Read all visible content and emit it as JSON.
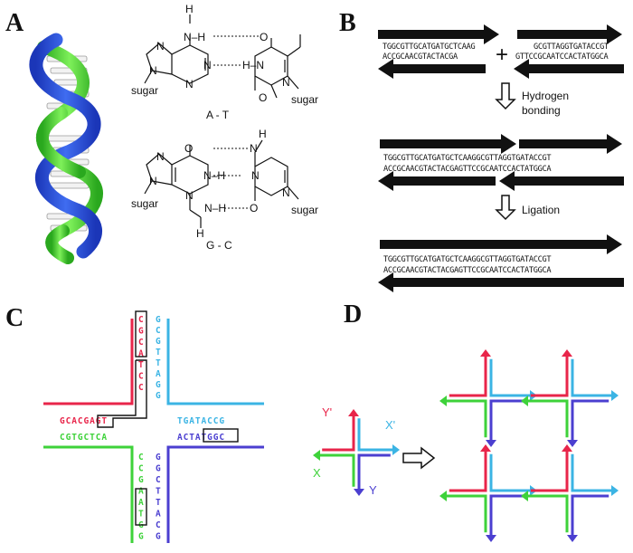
{
  "panels": {
    "a": "A",
    "b": "B",
    "c": "C",
    "d": "D"
  },
  "panelA": {
    "at_label": "A - T",
    "gc_label": "G - C",
    "atoms": {
      "H": "H",
      "N": "N",
      "O": "O",
      "NH": "N–H",
      "HN": "H–N",
      "sugar": "sugar"
    }
  },
  "panelB": {
    "top_left_upper": "TGGCGTTGCATGATGCTCAAG",
    "top_left_lower": "ACCGCAACGTACTACGA",
    "top_right_upper": "GCGTTAGGTGATACCGT",
    "top_right_lower": "GTTCCGCAATCCACTATGGCA",
    "plus": "+",
    "step1": "Hydrogen",
    "step1b": "bonding",
    "mid_upper": "TGGCGTTGCATGATGCTCAAGGCGTTAGGTGATACCGT",
    "mid_lower": "ACCGCAACGTACTACGAGTTCCGCAATCCACTATGGCA",
    "step2": "Ligation",
    "bot_upper": "TGGCGTTGCATGATGCTCAAGGCGTTAGGTGATACCGT",
    "bot_lower": "ACCGCAACGTACTACGAGTTCCGCAATCCACTATGGCA"
  },
  "panelC": {
    "red_row": "GCACGAGT",
    "green_row": "CGTGCTCA",
    "blue_row": "TGATACCG",
    "purple_row": "ACTATGGC",
    "red_col": [
      "C",
      "G",
      "C",
      "A",
      "T",
      "C",
      "C"
    ],
    "blue_col": [
      "G",
      "C",
      "G",
      "T",
      "T",
      "A",
      "G",
      "G"
    ],
    "green_col": [
      "C",
      "C",
      "G",
      "A",
      "A",
      "T",
      "G",
      "G"
    ],
    "purple_col": [
      "G",
      "G",
      "C",
      "T",
      "T",
      "A",
      "C",
      "G"
    ]
  },
  "panelD": {
    "y_prime": "Y'",
    "x_prime": "X'",
    "x": "X",
    "y": "Y"
  },
  "colors": {
    "red": "#e8254a",
    "blue": "#3bb4e4",
    "green": "#3ed23a",
    "purple": "#4b3fd0",
    "helix_blue": "#2a52d8",
    "helix_green": "#4fd43a"
  }
}
